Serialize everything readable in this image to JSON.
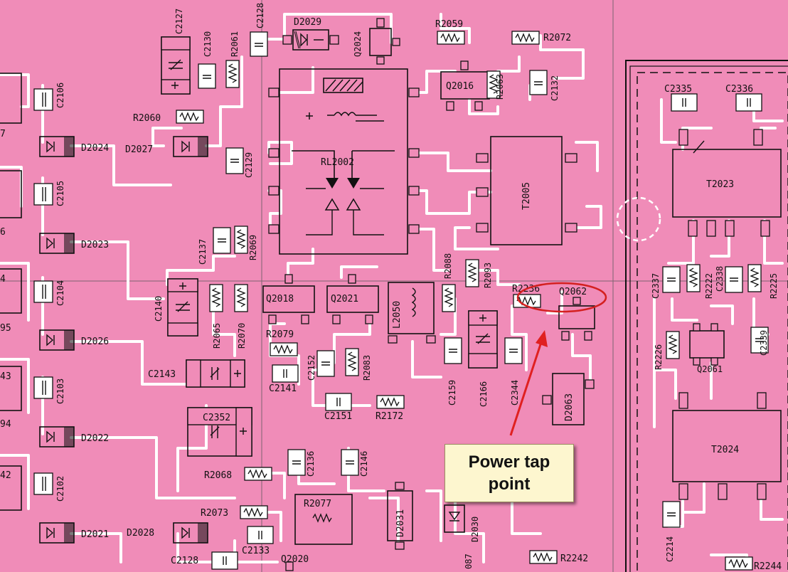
{
  "labels": {
    "rl2002": "RL2002",
    "t2005": "T2005",
    "t2023": "T2023",
    "t2024": "T2024",
    "q2016": "Q2016",
    "q2018": "Q2018",
    "q2021": "Q2021",
    "q2062": "Q2062",
    "q2061": "Q2061",
    "q2020": "Q2020",
    "d2029": "D2029",
    "d2024": "D2024",
    "d2027": "D2027",
    "d2023": "D2023",
    "d2026": "D2026",
    "d2022": "D2022",
    "d2021": "D2021",
    "d2028": "D2028",
    "d2063": "D2063",
    "d2031": "D2031",
    "r2059": "R2059",
    "r2072": "R2072",
    "r2060": "R2060",
    "r2061": "R2061",
    "r2063": "R2063",
    "r2069": "R2069",
    "r2065": "R2065",
    "r2070": "R2070",
    "r2079": "R2079",
    "r2083": "R2083",
    "r2088": "R2088",
    "r2093": "R2093",
    "r2236": "R2236",
    "r2172": "R2172",
    "r2068": "R2068",
    "r2073": "R2073",
    "r2077": "R2077",
    "r2242": "R2242",
    "r2222": "R2222",
    "r2225": "R2225",
    "r2226": "R2226",
    "r2244": "R2244",
    "c2130": "C2130",
    "c2132": "C2132",
    "c2106": "C2106",
    "c2129": "C2129",
    "c2105": "C2105",
    "c2137": "C2137",
    "c2104": "C2104",
    "c2140": "C2140",
    "c2103": "C2103",
    "c2143": "C2143",
    "c2141": "C2141",
    "c2152": "C2152",
    "c2151": "C2151",
    "c2159": "C2159",
    "c2166": "C2166",
    "c2344": "C2344",
    "c2352": "C2352",
    "c2102": "C2102",
    "c2136": "C2136",
    "c2146": "C2146",
    "c2128": "C2128",
    "c2133": "C2133",
    "c2335": "C2335",
    "c2336": "C2336",
    "c2337": "C2337",
    "c2338": "C2338",
    "c2339": "C2339",
    "c2214": "C2214",
    "edge_7": "7",
    "edge_6": "6",
    "edge_4": "4",
    "edge_95": "95",
    "edge_43": "43",
    "edge_94": "94",
    "edge_42": "42",
    "edge_087": "087"
  },
  "callout": {
    "text": "Power tap\npoint"
  },
  "colors": {
    "board": "#f08cb8",
    "trace": "#ffffff",
    "ink": "#111111",
    "highlight": "#d42020",
    "arrow": "#e02020",
    "callout_bg": "#fdf6cf"
  }
}
